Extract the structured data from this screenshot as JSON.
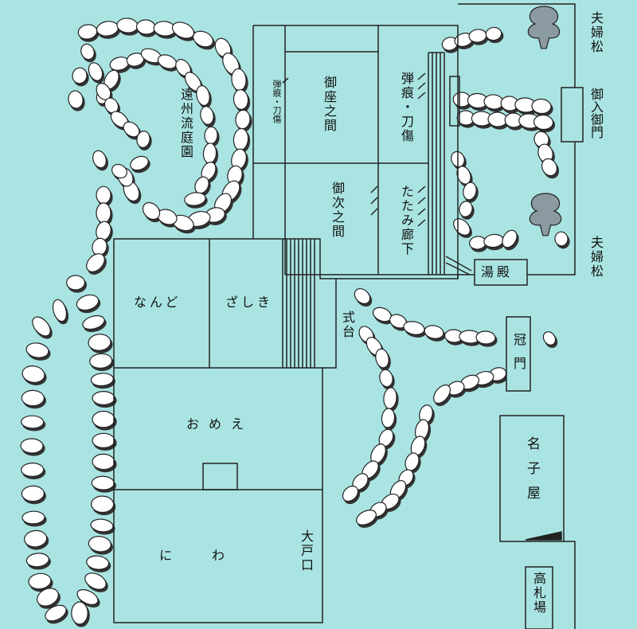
{
  "rooms": {
    "goza_no_ma": "御座之間",
    "tsugi_no_ma": "御次之間",
    "dankon_touken_right": "弾痕・刀傷",
    "dankon_touken_small": "弾痕・刀傷",
    "tatami_rouka": "たたみ廊下",
    "nando": "なんど",
    "zashiki": "ざしき",
    "omee": "おめえ",
    "niwa": "にわ",
    "ooto_guchi": "大戸口",
    "shikidai": "式台"
  },
  "garden": {
    "enshu_teien": "遠州流庭園"
  },
  "outside": {
    "meoto_matsu_top": "夫婦松",
    "meoto_matsu_bottom": "夫婦松",
    "o_iri_gomon": "御入御門",
    "yudono": "湯殿",
    "kanmuri_mon": "冠門",
    "nagoya": "名子屋",
    "kosatsuba": "高札場"
  },
  "colors": {
    "background": "#a9e4e2",
    "stone": "#ffffff",
    "stone_shadow": "#3a3a3a",
    "pine": "#8a9aa0"
  }
}
